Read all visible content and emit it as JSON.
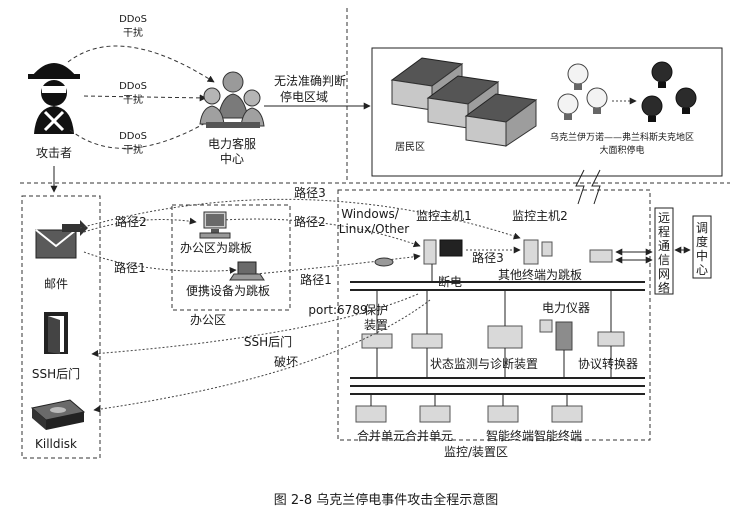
{
  "attacker": {
    "label": "攻击者"
  },
  "ddos": [
    {
      "line1": "DDoS",
      "line2": "干扰"
    },
    {
      "line1": "DDoS",
      "line2": "干扰"
    },
    {
      "line1": "DDoS",
      "line2": "干扰"
    }
  ],
  "call_center": {
    "line1": "电力客服",
    "line2": "中心"
  },
  "outage_note": {
    "line1": "无法准确判断",
    "line2": "停电区域"
  },
  "residential": {
    "label": "居民区"
  },
  "region": {
    "line1": "乌克兰伊万诺——弗兰科斯夫克地区",
    "line2": "大面积停电"
  },
  "tools": {
    "email": "邮件",
    "ssh": "SSH后门",
    "killdisk": "Killdisk"
  },
  "paths": {
    "p1": "路径1",
    "p2": "路径2",
    "p3": "路径3"
  },
  "office": {
    "pc_label": "办公区为跳板",
    "mobile_label": "便携设备为跳板",
    "zone_label": "办公区"
  },
  "control": {
    "os_line1": "Windows/",
    "os_line2": "Linux/Other",
    "host1": "监控主机1",
    "host2": "监控主机2",
    "other_terminal": "其他终端为跳板",
    "power_off": "断电",
    "port": "port:6789",
    "protect_line1": "保护",
    "protect_line2": "装置",
    "power_meter": "电力仪器",
    "status_monitor": "状态监测与诊断装置",
    "protocol_conv": "协议转换器",
    "merge_units": "合并单元合并单元",
    "smart_terminals": "智能终端智能终端",
    "zone_label": "监控/装置区"
  },
  "ssh_backdoor": "SSH后门",
  "destroy": "破坏",
  "remote_net": [
    "远",
    "程",
    "通",
    "信",
    "网",
    "络"
  ],
  "dispatch": [
    "调",
    "度",
    "中",
    "心"
  ],
  "caption": "图 2-8    乌克兰停电事件攻击全程示意图"
}
